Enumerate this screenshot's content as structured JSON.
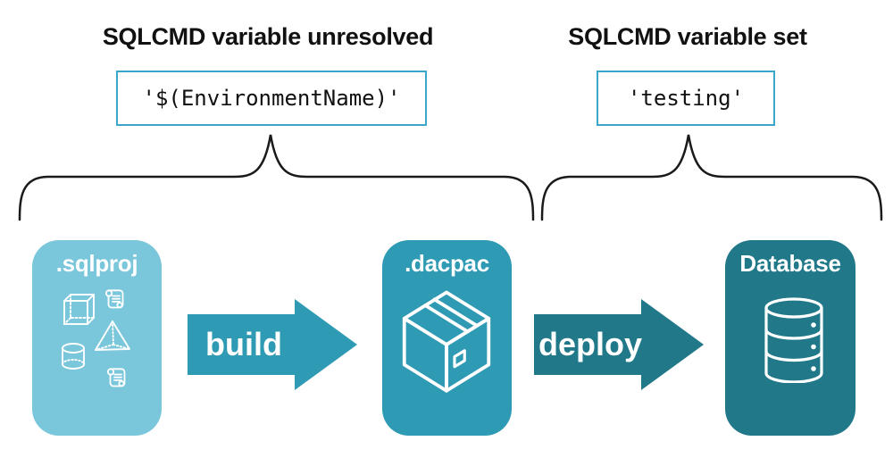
{
  "annotations": {
    "unresolved": {
      "heading": "SQLCMD variable unresolved",
      "code": "'$(EnvironmentName)'",
      "applies_to": "sqlproj, build, dacpac"
    },
    "set": {
      "heading": "SQLCMD variable set",
      "code": "'testing'",
      "applies_to": "deploy, database"
    }
  },
  "stages": [
    {
      "label": ".sqlproj",
      "icon": "sql-objects-icon",
      "color": "#7AC6DB"
    },
    {
      "label": ".dacpac",
      "icon": "package-box-icon",
      "color": "#2E9AB4"
    },
    {
      "label": "Database",
      "icon": "database-cylinder-icon",
      "color": "#217889"
    }
  ],
  "arrows": [
    {
      "label": "build",
      "color": "#2E9AB4"
    },
    {
      "label": "deploy",
      "color": "#217889"
    }
  ],
  "colors": {
    "card_light": "#7AC6DB",
    "card_mid": "#2E9AB4",
    "card_dark": "#217889",
    "code_border": "#3BA6C9",
    "brace": "#1a1a1a",
    "heading_text": "#111111",
    "icon_stroke": "#ffffff"
  }
}
